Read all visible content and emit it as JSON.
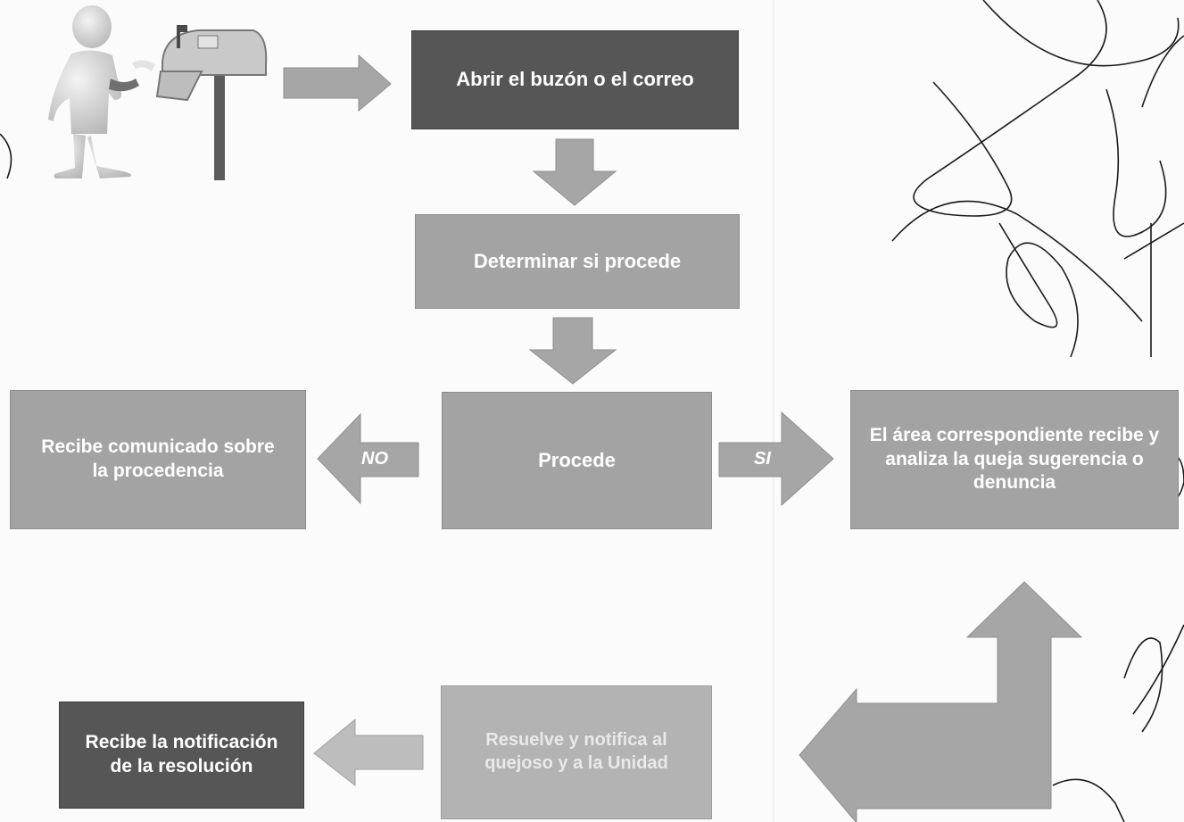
{
  "steps": {
    "open_mailbox": "Abrir el buzón o el correo",
    "determine": "Determinar si procede",
    "proceeds": "Procede",
    "receives_notice": "Recibe comunicado sobre la procedencia",
    "area_analyzes": "El área correspondiente recibe y analiza la queja sugerencia o denuncia",
    "resolves": "Resuelve y notifica al quejoso y a la Unidad",
    "receives_resolution": "Recibe la notificación de la resolución"
  },
  "branches": {
    "no": "NO",
    "yes": "SI"
  },
  "colors": {
    "dark_box": "#565656",
    "light_box": "#a3a3a3",
    "arrow": "#a6a6a6",
    "signature_ink": "#1a1a1a"
  },
  "illustration": {
    "figure": "person-figure",
    "mailbox": "mailbox-icon"
  }
}
